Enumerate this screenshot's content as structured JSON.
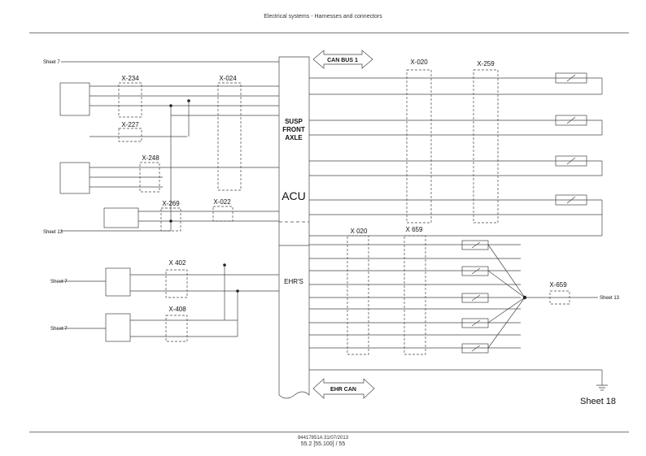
{
  "header": {
    "title": "Electrical systems - Harnesses and connectors"
  },
  "footer": {
    "doc_ref": "84417851A 31/07/2013",
    "page": "55.2 [55.100] / 55"
  },
  "diagram": {
    "bus_labels": {
      "can_top": "CAN BUS 1",
      "can_bottom": "EHR CAN"
    },
    "module_labels": {
      "susp": [
        "SUSP",
        "FRONT",
        "AXLE"
      ],
      "acu": "ACU",
      "ehrs": "EHR'S"
    },
    "connectors": [
      {
        "id": "x234",
        "label": "X-234"
      },
      {
        "id": "x024",
        "label": "X-024"
      },
      {
        "id": "x227",
        "label": "X-227"
      },
      {
        "id": "x248",
        "label": "X-248"
      },
      {
        "id": "x269",
        "label": "X-269"
      },
      {
        "id": "x022",
        "label": "X-022"
      },
      {
        "id": "x020top",
        "label": "X-020"
      },
      {
        "id": "x259",
        "label": "X-259"
      },
      {
        "id": "x402",
        "label": "X 402"
      },
      {
        "id": "x408",
        "label": "X-408"
      },
      {
        "id": "x020bot",
        "label": "X 020"
      },
      {
        "id": "x659a",
        "label": "X 659"
      },
      {
        "id": "x659b",
        "label": "X-659"
      }
    ],
    "sheet_refs": [
      {
        "id": "s7a",
        "label": "Sheet 7"
      },
      {
        "id": "s13a",
        "label": "Sheet 13"
      },
      {
        "id": "s7b",
        "label": "Sheet 7"
      },
      {
        "id": "s7c",
        "label": "Sheet 7"
      },
      {
        "id": "s13b",
        "label": "Sheet 13"
      },
      {
        "id": "s18",
        "label": "Sheet 18"
      }
    ]
  }
}
